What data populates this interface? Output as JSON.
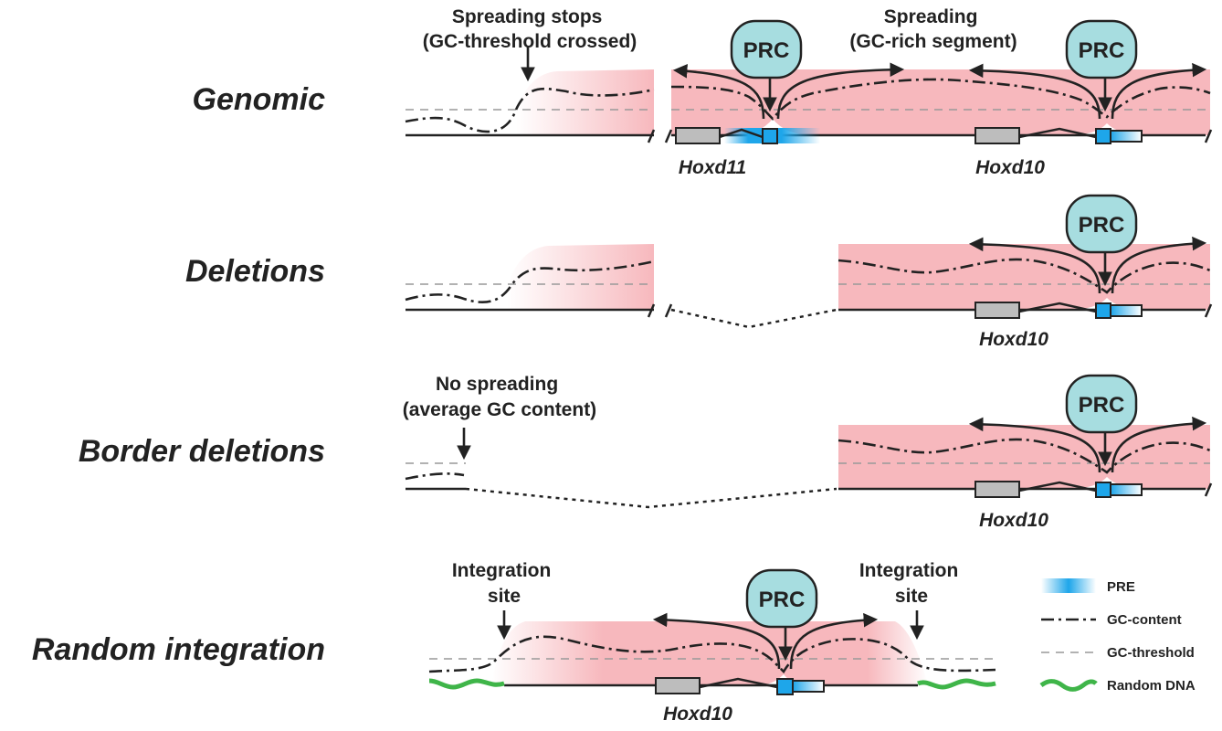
{
  "rows": [
    {
      "label": "Genomic",
      "annotations": [
        {
          "lines": [
            "Spreading stops",
            "(GC-threshold crossed)"
          ]
        },
        {
          "lines": [
            "Spreading",
            "(GC-rich segment)"
          ]
        }
      ],
      "genes": [
        "Hoxd11",
        "Hoxd10"
      ],
      "prc": [
        "PRC",
        "PRC"
      ]
    },
    {
      "label": "Deletions",
      "genes": [
        "Hoxd10"
      ],
      "prc": [
        "PRC"
      ]
    },
    {
      "label": "Border deletions",
      "annotations": [
        {
          "lines": [
            "No spreading",
            "(average GC content)"
          ]
        }
      ],
      "genes": [
        "Hoxd10"
      ],
      "prc": [
        "PRC"
      ]
    },
    {
      "label": "Random integration",
      "annotations": [
        {
          "lines": [
            "Integration",
            "site"
          ]
        },
        {
          "lines": [
            "Integration",
            "site"
          ]
        }
      ],
      "genes": [
        "Hoxd10"
      ],
      "prc": [
        "PRC"
      ]
    }
  ],
  "legend": [
    {
      "label": "PRE",
      "icon": "pre-gradient-icon"
    },
    {
      "label": "GC-content",
      "icon": "dash-dot-line-icon"
    },
    {
      "label": "GC-threshold",
      "icon": "grey-dashed-line-icon"
    },
    {
      "label": "Random DNA",
      "icon": "green-wavy-line-icon"
    }
  ],
  "colors": {
    "domain_pink": "#f7b8bd",
    "prc_fill": "#a7dde0",
    "pre_blue": "#1ea6ea",
    "gene_grey": "#bdbdbd",
    "random_dna_green": "#3fb549",
    "threshold_grey": "#999999"
  }
}
